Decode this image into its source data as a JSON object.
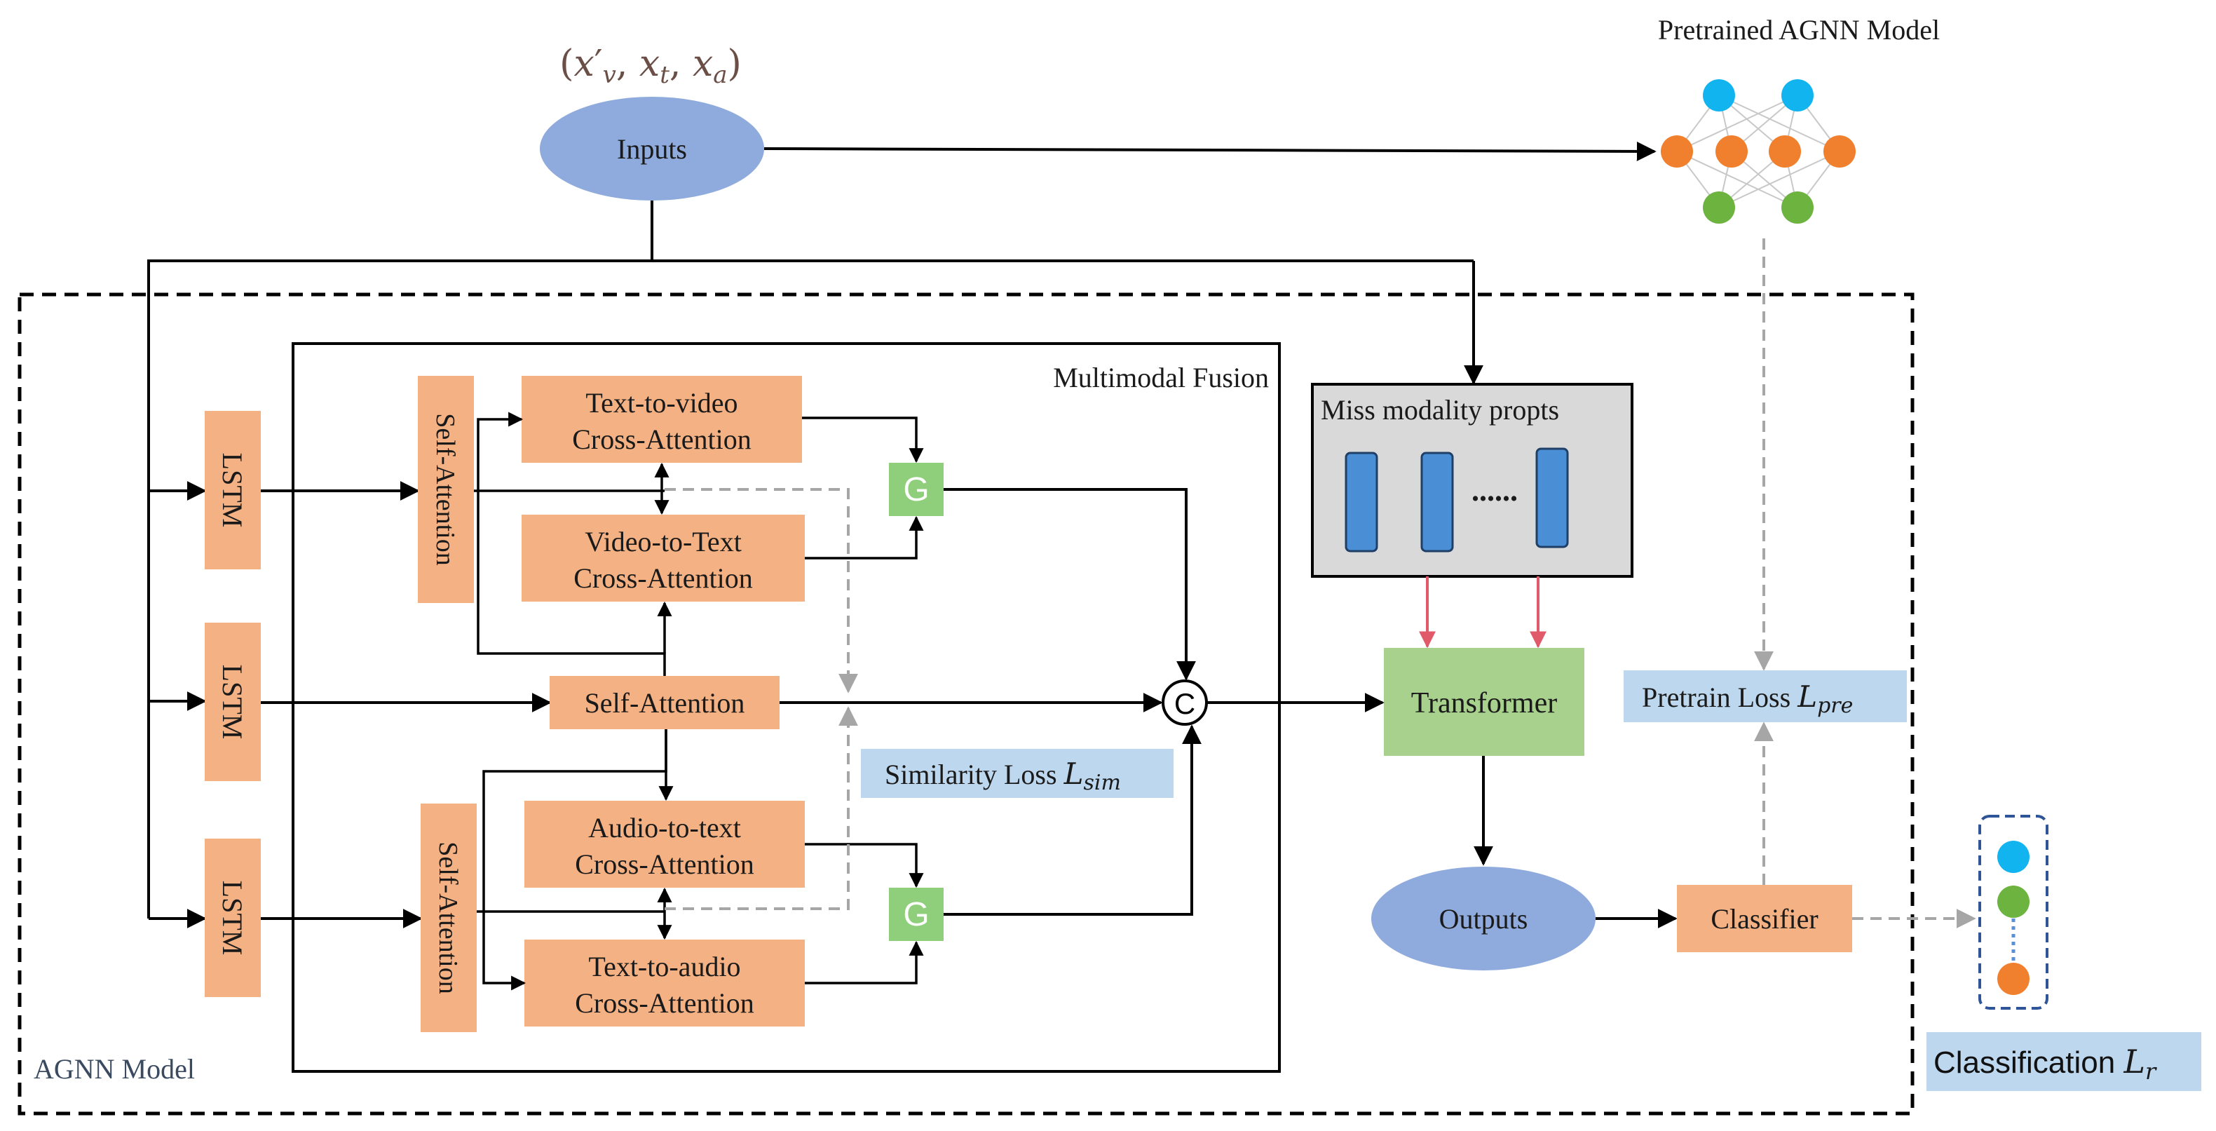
{
  "inputs": {
    "formula": "(x′v, xt, xa)",
    "formula_parts": {
      "open": "(",
      "xv": "x",
      "xv_prime": "′",
      "xv_sub": "v",
      "sep1": ", ",
      "xt": "x",
      "xt_sub": "t",
      "sep2": ", ",
      "xa": "x",
      "xa_sub": "a",
      "close": ")"
    },
    "label": "Inputs"
  },
  "pretrained": {
    "title": "Pretrained AGNN Model"
  },
  "agnn": {
    "label": "AGNN Model"
  },
  "fusion": {
    "title": "Multimodal Fusion",
    "self_attention_top": "Self-Attention",
    "self_attention_mid": "Self-Attention",
    "self_attention_bottom": "Self-Attention",
    "t2v": [
      "Text-to-video",
      "Cross-Attention"
    ],
    "v2t": [
      "Video-to-Text",
      "Cross-Attention"
    ],
    "a2t": [
      "Audio-to-text",
      "Cross-Attention"
    ],
    "t2a": [
      "Text-to-audio",
      "Cross-Attention"
    ],
    "gate": "G",
    "concat": "C",
    "similarity_loss": {
      "text": "Similarity Loss ",
      "sym": "L",
      "sub": "sim"
    }
  },
  "lstm": [
    "LSTM",
    "LSTM",
    "LSTM"
  ],
  "prompts": {
    "title": "Miss modality propts",
    "dots": "......"
  },
  "transformer": "Transformer",
  "outputs": "Outputs",
  "classifier": "Classifier",
  "pretrain_loss": {
    "text": "Pretrain Loss ",
    "sym": "L",
    "sub": "pre"
  },
  "classification": {
    "text": "Classification ",
    "sym": "L",
    "sub": "r"
  },
  "colors": {
    "orange_box": "#f4b183",
    "green_box": "#a9d18e",
    "gate_green": "#8fce7a",
    "ellipse_blue": "#8faadc",
    "light_blue": "#bdd7ee",
    "prompt_gray": "#d9d9d9",
    "prompt_bar": "#4a8fd6",
    "node_cyan": "#12b4f0",
    "node_orange": "#f0802e",
    "node_green": "#6cb33f",
    "prompt_arrow": "#e05a6a",
    "dashed_gray": "#a6a6a6"
  }
}
